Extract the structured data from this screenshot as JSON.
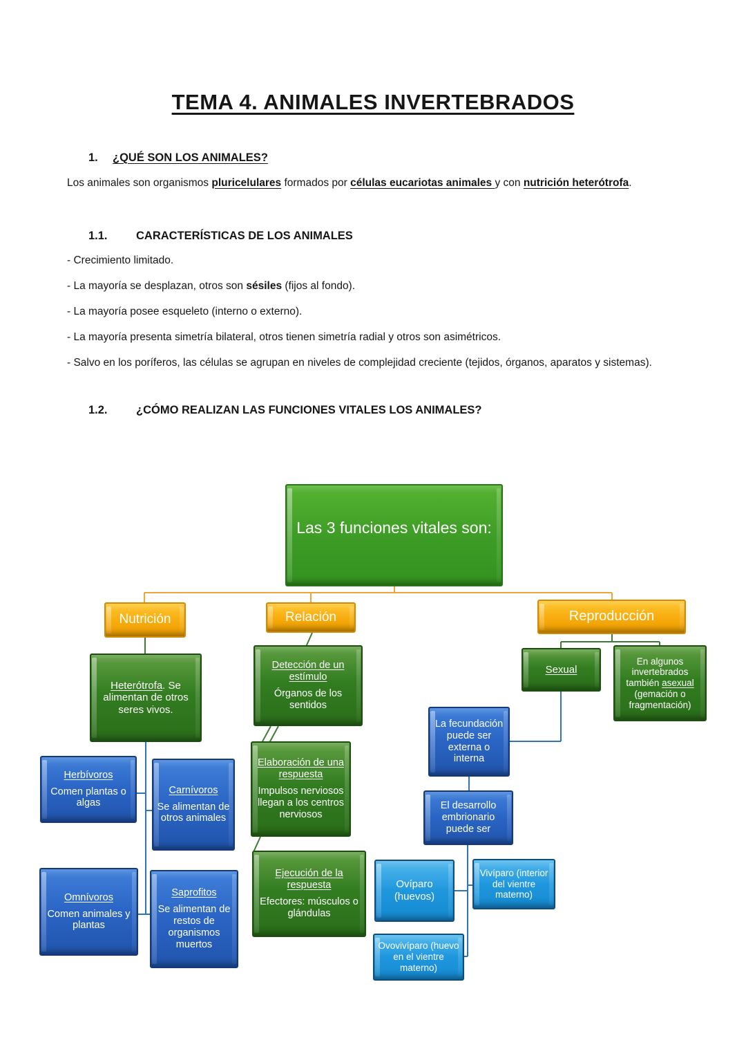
{
  "doc": {
    "title": "TEMA 4. ANIMALES INVERTEBRADOS",
    "s1_num": "1.",
    "s1_heading": "¿QUÉ SON LOS ANIMALES?",
    "intro": {
      "t1": "Los animales son organismos ",
      "b1": "pluricelulares",
      "t2": " formados por ",
      "b2": "células eucariotas animales ",
      "t3": "y con ",
      "b3": "nutrición heterótrofa",
      "t4": "."
    },
    "s11_num": "1.1.",
    "s11_heading": "CARACTERÍSTICAS DE LOS ANIMALES",
    "char_items": {
      "c1": "- Crecimiento limitado.",
      "c2a": "- La mayoría se desplazan, otros son ",
      "c2b": "sésiles",
      "c2c": " (fijos al fondo).",
      "c3": "- La mayoría posee esqueleto (interno o externo).",
      "c4": "- La mayoría presenta simetría bilateral, otros tienen simetría radial y otros son asimétricos.",
      "c5": "- Salvo en los poríferos, las células se agrupan en niveles de complejidad creciente (tejidos, órganos, aparatos y sistemas)."
    },
    "s12_num": "1.2.",
    "s12_heading": "¿CÓMO REALIZAN LAS FUNCIONES VITALES LOS ANIMALES?"
  },
  "diagram": {
    "root": "Las 3 funciones vitales son:",
    "branches": {
      "nutricion": "Nutrición",
      "relacion": "Relación",
      "reproduccion": "Reproducción"
    },
    "nodes": {
      "heterotrofa": {
        "u": "Heterótrofa",
        "rest": ". Se alimentan de otros seres vivos."
      },
      "deteccion": {
        "u": "Detección de un estímulo",
        "body": "Órganos de los sentidos"
      },
      "elaboracion": {
        "u": "Elaboración de una respuesta",
        "body": "Impulsos nerviosos llegan a los centros nerviosos"
      },
      "ejecucion": {
        "u": "Ejecución de la respuesta",
        "body": "Efectores: músculos o glándulas"
      },
      "herbivoros": {
        "u": "Herbívoros",
        "body": "Comen plantas o algas"
      },
      "carnivoros": {
        "u": "Carnívoros",
        "body": "Se alimentan de otros animales"
      },
      "omnivoros": {
        "u": "Omnívoros",
        "body": "Comen animales y plantas"
      },
      "saprofitos": {
        "u": "Saprofitos",
        "body": "Se alimentan de restos de organismos muertos"
      },
      "sexual": {
        "u": "Sexual"
      },
      "asexual": {
        "t1": "En algunos invertebrados también ",
        "u": "asexual",
        "t2": " (gemación o fragmentación)"
      },
      "fecundacion": "La fecundación puede ser externa o interna",
      "desarrollo": "El desarrollo embrionario puede ser",
      "oviparo": "Ovíparo (huevos)",
      "viviparo": "Vivíparo (interior del vientre materno)",
      "ovoviviparo": "Ovovivíparo (huevo en el vientre materno)"
    },
    "colors": {
      "root_green": "#3C9B25",
      "branch_orange": "#F6A90B",
      "dark_green": "#337D21",
      "blue": "#2A64C4",
      "light_blue": "#1F97DD",
      "connector_orange": "#F0A437",
      "connector_green": "#3E7B33",
      "connector_blue": "#2E75B6"
    }
  }
}
